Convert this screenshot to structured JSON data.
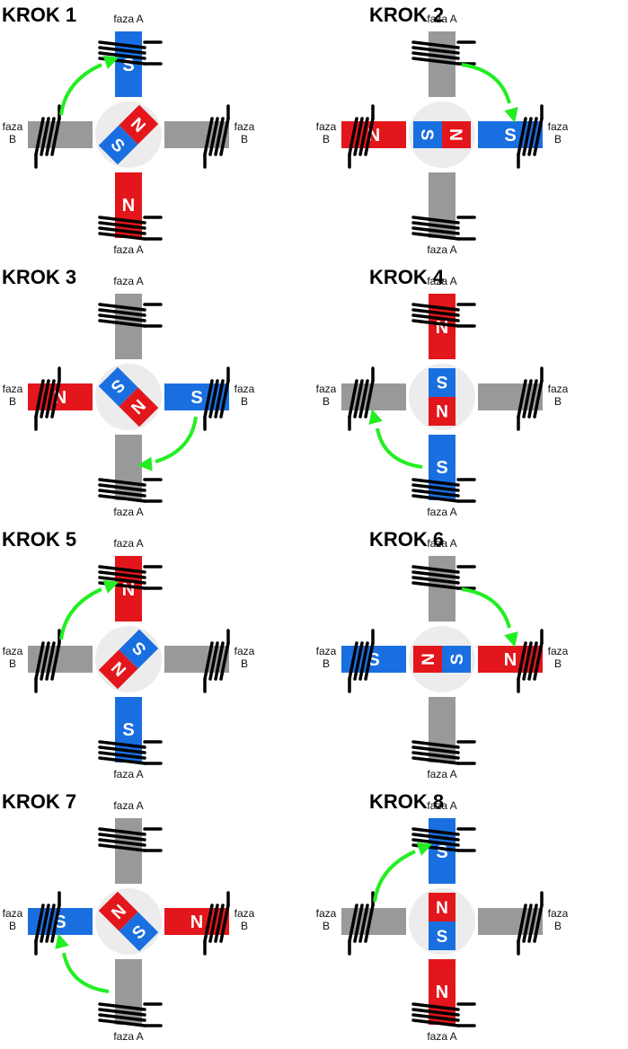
{
  "labels": {
    "phase_a": "faza A",
    "faza": "faza",
    "b": "B"
  },
  "colors": {
    "north": "#e3161b",
    "south": "#1a6fe0",
    "neutral": "#999999",
    "rotor_bg": "#ececec",
    "arrow": "#22ee22",
    "coil": "#000000"
  },
  "steps": [
    {
      "title": "KROK 1",
      "top": "S",
      "bottom": "N",
      "left": "",
      "right": "",
      "rotor_angle": 45,
      "rotor_top": "N",
      "arrow": "left-to-top"
    },
    {
      "title": "KROK 2",
      "top": "",
      "bottom": "",
      "left": "N",
      "right": "S",
      "rotor_angle": 90,
      "rotor_top": "N",
      "arrow": "top-to-right"
    },
    {
      "title": "KROK 3",
      "top": "",
      "bottom": "",
      "left": "N",
      "right": "S",
      "rotor_angle": 135,
      "rotor_top": "N",
      "arrow": "right-to-bottom"
    },
    {
      "title": "KROK 4",
      "top": "N",
      "bottom": "S",
      "left": "",
      "right": "",
      "rotor_angle": 180,
      "rotor_top": "N",
      "arrow": "bottom-to-left"
    },
    {
      "title": "KROK 5",
      "top": "N",
      "bottom": "S",
      "left": "",
      "right": "",
      "rotor_angle": 225,
      "rotor_top": "N",
      "arrow": "left-to-top"
    },
    {
      "title": "KROK 6",
      "top": "",
      "bottom": "",
      "left": "S",
      "right": "N",
      "rotor_angle": 270,
      "rotor_top": "N",
      "arrow": "top-to-right"
    },
    {
      "title": "KROK 7",
      "top": "",
      "bottom": "",
      "left": "S",
      "right": "N",
      "rotor_angle": 315,
      "rotor_top": "N",
      "arrow": "bottom-to-left"
    },
    {
      "title": "KROK 8",
      "top": "S",
      "bottom": "N",
      "left": "",
      "right": "",
      "rotor_angle": 0,
      "rotor_top": "N",
      "arrow": "left-to-top"
    }
  ]
}
